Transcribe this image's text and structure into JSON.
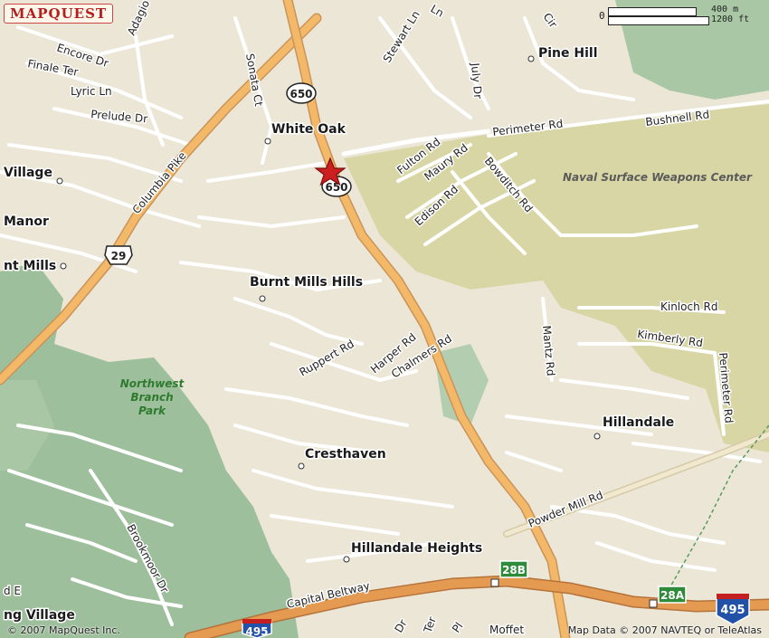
{
  "map": {
    "logo_text": "MAPQUEST",
    "scale": {
      "zero": "0",
      "metric": "400 m",
      "imperial": "1200 ft"
    },
    "places": {
      "pine_hill": "Pine Hill",
      "white_oak": "White Oak",
      "burnt_mills_hills": "Burnt Mills Hills",
      "cresthaven": "Cresthaven",
      "hillandale": "Hillandale",
      "hillandale_heights": "Hillandale Heights",
      "village_left": "Village",
      "manor_left": "Manor",
      "mills_left": "nt Mills",
      "ng_village": "ng Village"
    },
    "park": {
      "line1": "Northwest",
      "line2": "Branch",
      "line3": "Park"
    },
    "naval_center": "Naval Surface Weapons Center",
    "roads": {
      "columbia_pike": "Columbia Pike",
      "capital_beltway": "Capital Beltway",
      "powder_mill_rd": "Powder Mill Rd",
      "perimeter_rd_top": "Perimeter Rd",
      "perimeter_rd_right": "Perimeter Rd",
      "bushnell_rd": "Bushnell Rd",
      "fulton_rd": "Fulton Rd",
      "maury_rd": "Maury Rd",
      "edison_rd": "Edison Rd",
      "bowditch_rd": "Bowditch Rd",
      "kinloch_rd": "Kinloch Rd",
      "kimberly_rd": "Kimberly Rd",
      "mantz_rd": "Mantz Rd",
      "ruppert_rd": "Ruppert Rd",
      "harper_rd": "Harper Rd",
      "chalmers_rd": "Chalmers Rd",
      "encore_dr": "Encore Dr",
      "finale_ter": "Finale Ter",
      "lyric_ln": "Lyric Ln",
      "prelude_dr": "Prelude Dr",
      "adagio_t": "Adagio T",
      "sonata_ct": "Sonata Ct",
      "stewart_ln": "Stewart Ln",
      "july_dr": "July Dr",
      "brookmoor_dr": "Brookmoor Dr",
      "moffet": "Moffet",
      "d_e": "d E",
      "cir": "Cir",
      "ln_top": "Ln",
      "dr_bottom": "Dr",
      "ter_bottom": "Ter",
      "pl_bottom": "Pl"
    },
    "shields": {
      "rt650_top": "650",
      "rt650_mid": "650",
      "us29": "29",
      "i495_left": "495",
      "i495_right": "495",
      "exit28b": "28B",
      "exit28a": "28A"
    },
    "credits": {
      "copyright": "© 2007 MapQuest Inc.",
      "data": "Map Data © 2007 NAVTEQ or TeleAtlas"
    }
  },
  "colors": {
    "background": "#ebe6d6",
    "park_green": "#9dbf9b",
    "naval_area": "#d9d6a6",
    "major_road": "#f4b968",
    "interstate": "#e59a52",
    "local_road": "#ffffff",
    "marker": "#cc1f1f"
  }
}
